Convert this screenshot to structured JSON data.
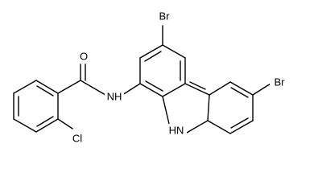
{
  "molecule": {
    "atoms": {
      "oxygen": "O",
      "amide_nh": "NH",
      "chlorine": "Cl",
      "bromine_top": "Br",
      "bromine_right": "Br",
      "carbazole_nh": "HN"
    },
    "colors": {
      "bond": "#000000",
      "label": "#000000",
      "background": "#ffffff"
    }
  }
}
